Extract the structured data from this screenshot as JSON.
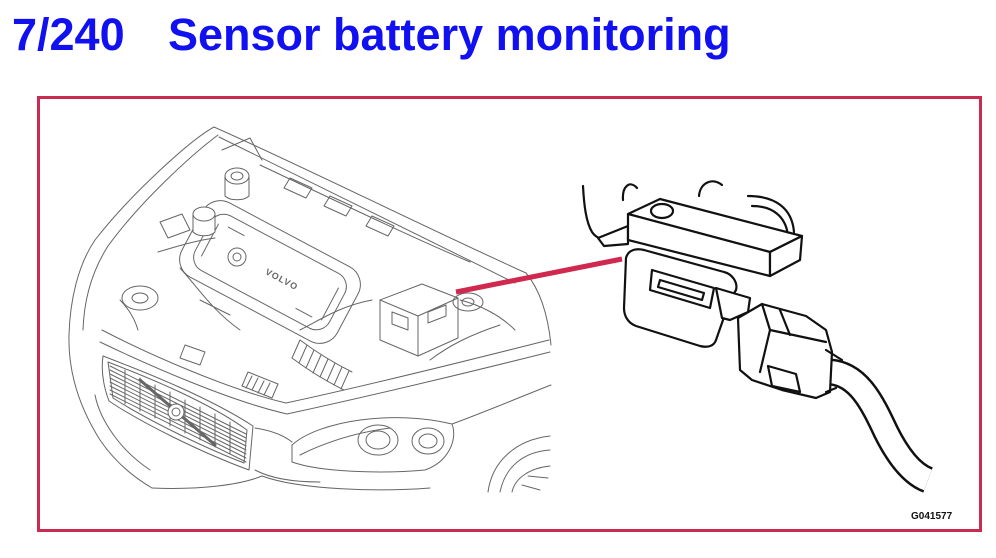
{
  "title": {
    "number": "7/240",
    "text": "Sensor battery monitoring"
  },
  "figure": {
    "code": "G041577",
    "engine_cover_logo": "VOLVO"
  },
  "colors": {
    "title": "#1010f0",
    "frame": "#c92c50",
    "pointer": "#d0284f",
    "car_lines": "#666666",
    "sensor_lines": "#111111",
    "background": "#ffffff"
  }
}
